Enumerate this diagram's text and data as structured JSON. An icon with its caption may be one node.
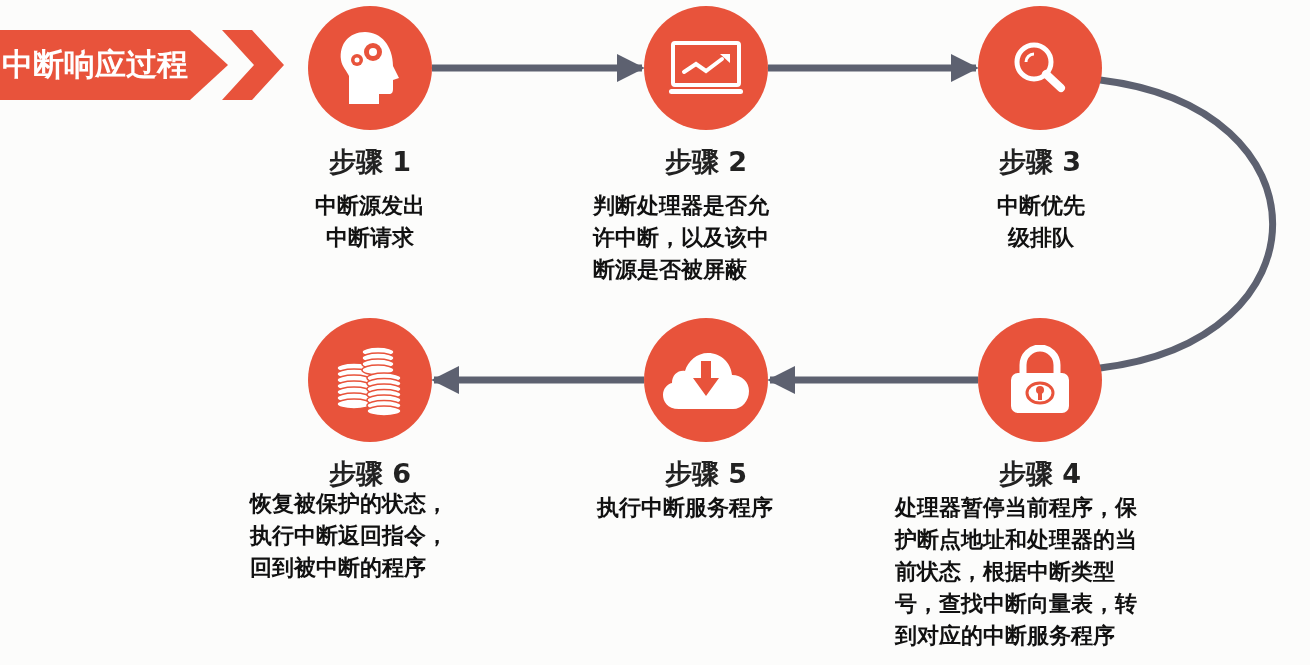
{
  "diagram": {
    "title": "中断响应过程",
    "nodes": [
      {
        "text": [],
        "shape": "circle",
        "beside": [
          "步骤 1",
          "中断源发出中断请求"
        ]
      },
      {
        "text": [],
        "shape": "circle",
        "beside": [
          "步骤 2",
          "判断处理器是否允许中断，以及该中断源是否被屏蔽"
        ]
      },
      {
        "text": [],
        "shape": "circle",
        "beside": [
          "步骤 3",
          "中断优先级排队"
        ]
      },
      {
        "text": [],
        "shape": "circle",
        "beside": [
          "步骤 6",
          "恢复被保护的状态，执行中断返回指令，回到被中断的程序"
        ]
      },
      {
        "text": [],
        "shape": "circle",
        "beside": [
          "步骤 5",
          "执行中断服务程序"
        ]
      },
      {
        "text": [],
        "shape": "circle",
        "beside": [
          "步骤 4",
          "处理器暂停当前程序，保护断点地址和处理器的当前状态，根据中断类型号，查找中断向量表，转到对应的中断服务程序"
        ]
      }
    ],
    "edges": [
      {
        "from": 0,
        "to": 1,
        "arrow": "to"
      },
      {
        "from": 1,
        "to": 2,
        "arrow": "to"
      },
      {
        "from": 2,
        "to": 5,
        "arrow": "none"
      },
      {
        "from": 5,
        "to": 4,
        "arrow": "to"
      },
      {
        "from": 4,
        "to": 3,
        "arrow": "to"
      }
    ]
  }
}
